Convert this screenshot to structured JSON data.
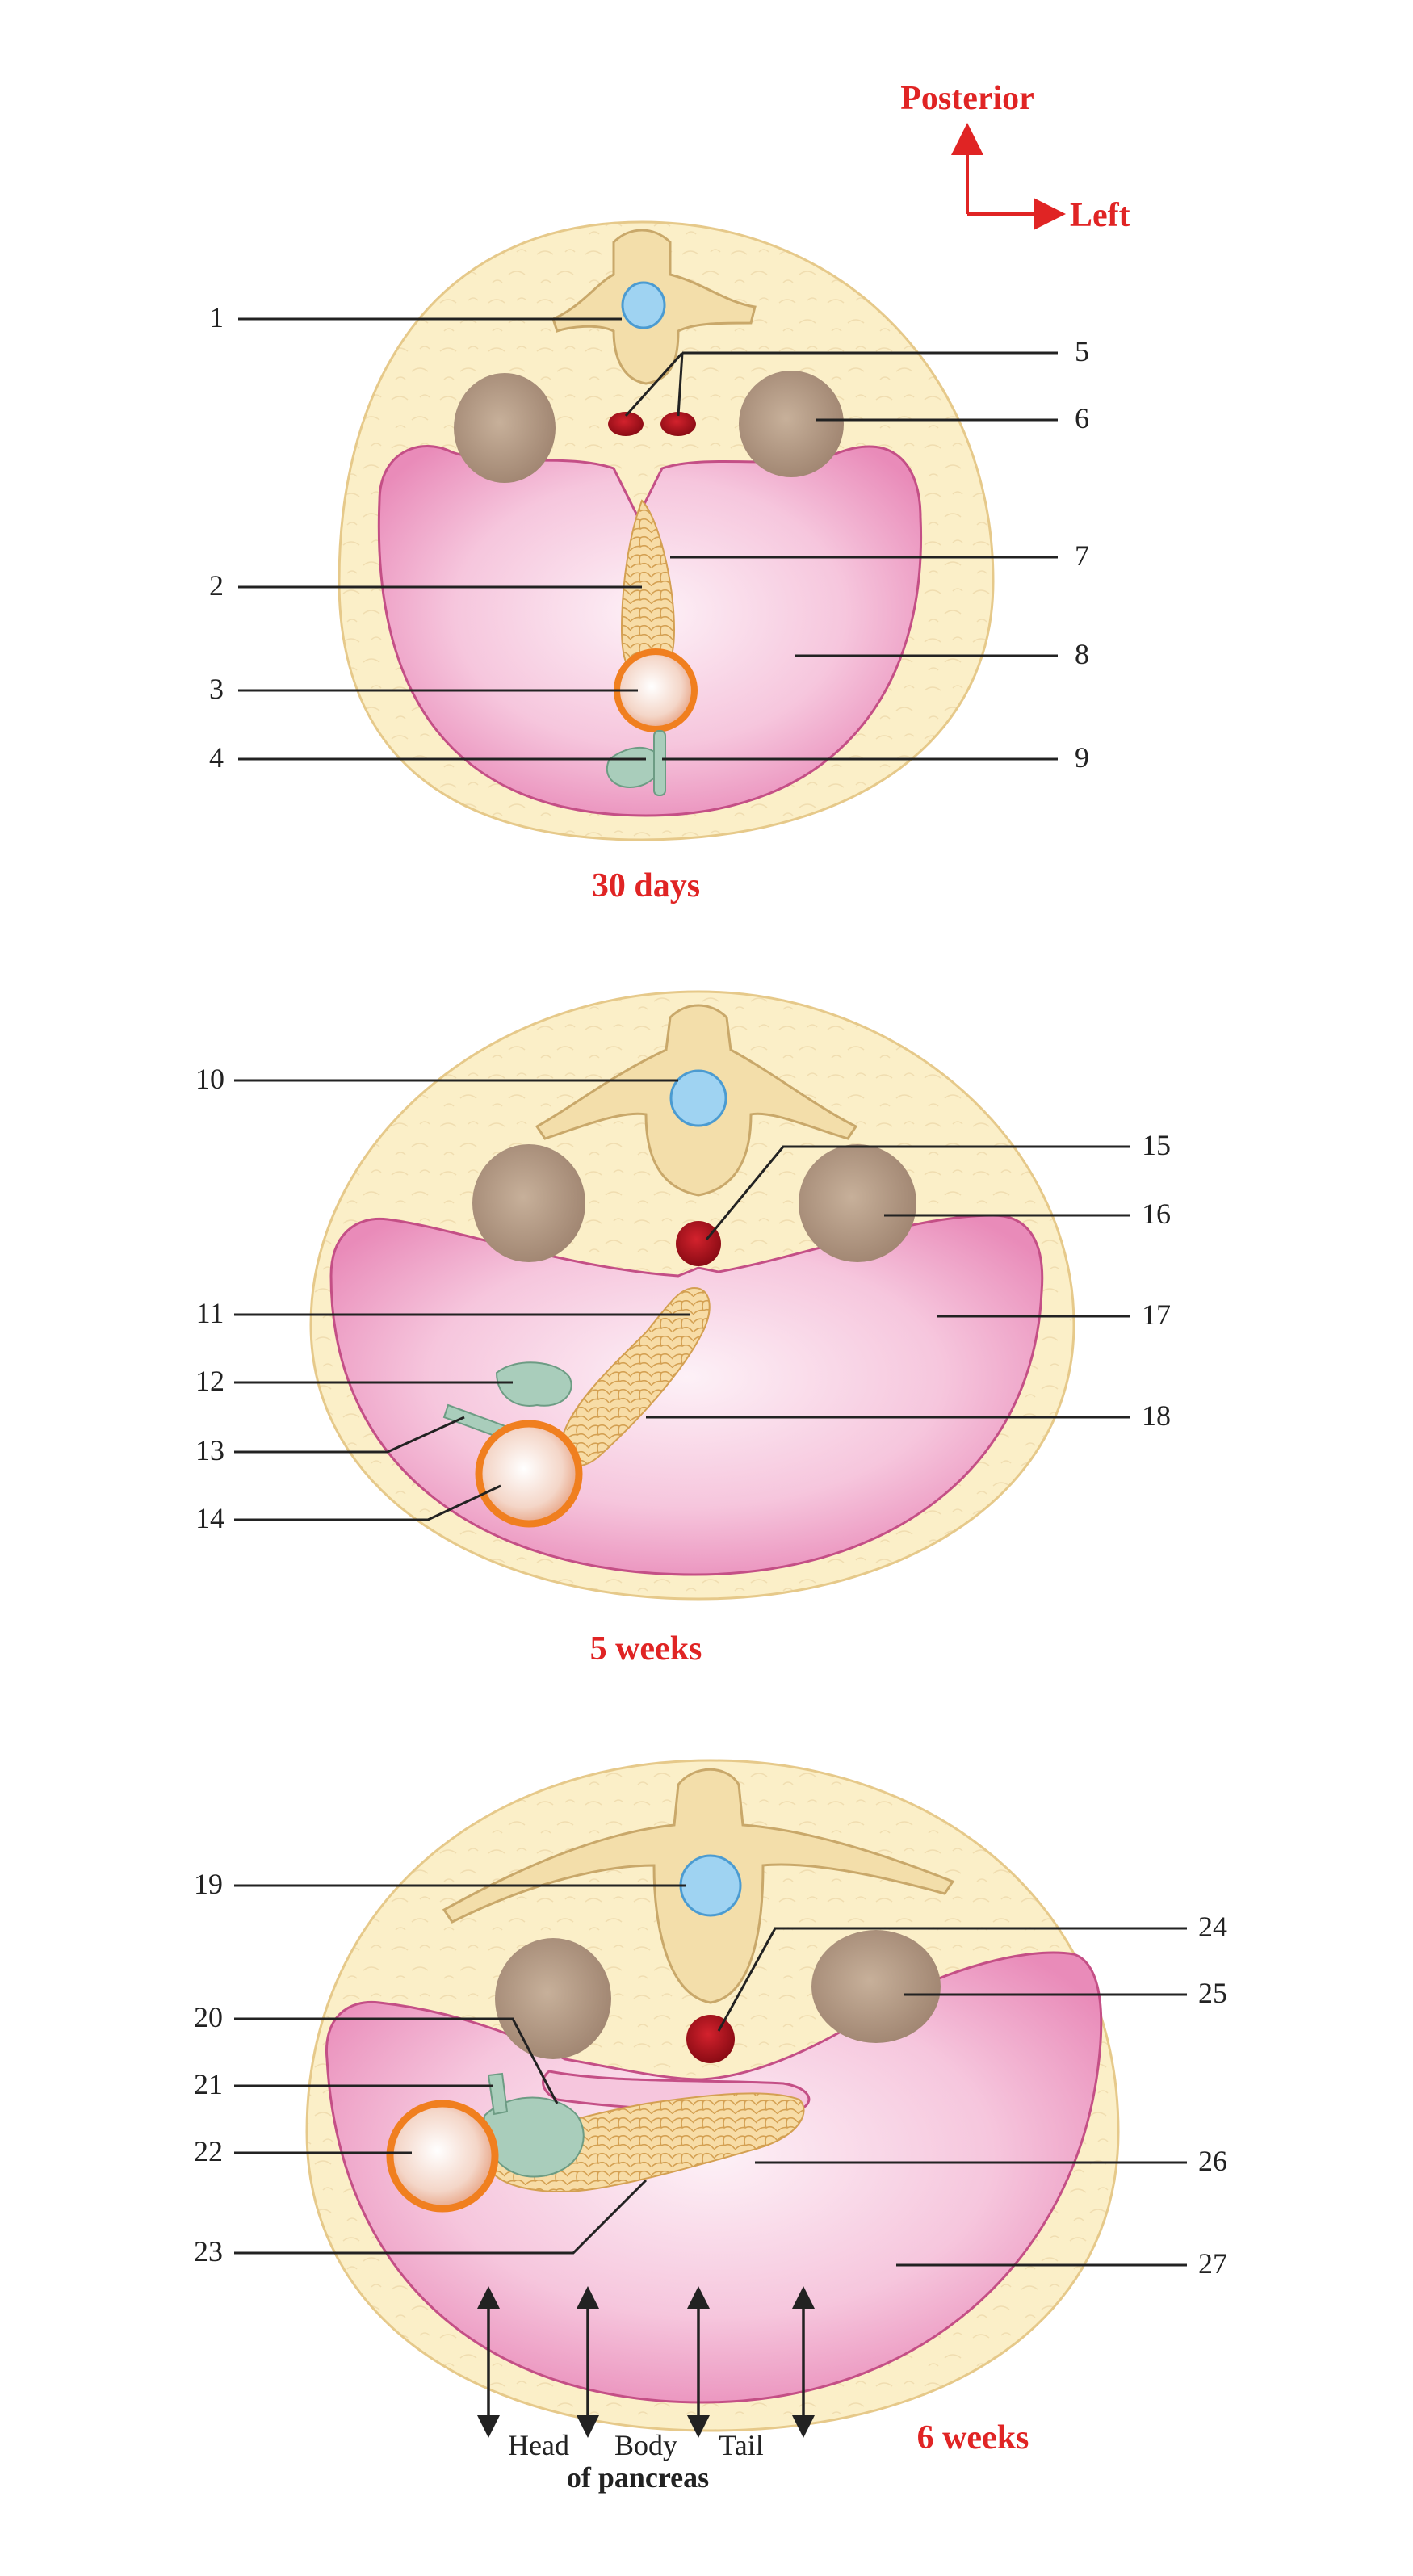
{
  "orientation": {
    "posterior_label": "Posterior",
    "left_label": "Left",
    "arrow_color": "#e02424"
  },
  "colors": {
    "body": "#fbeec3",
    "body_stroke": "#e6c98a",
    "cavity": "#f3b7d4",
    "cavity_stroke": "#c44f86",
    "bone": "#f3deaa",
    "kidney": "#b39a86",
    "aorta": "#b0101c",
    "pancreas": "#f5d79e",
    "duodenum_ring": "#f07f1f",
    "spleen_duct": "#a9cdbb",
    "spinal_cord": "#9fd3f2",
    "stage_label": "#e02424"
  },
  "stages": {
    "s1": {
      "label": "30 days"
    },
    "s2": {
      "label": "5 weeks"
    },
    "s3": {
      "label": "6 weeks"
    }
  },
  "labels": {
    "n1": "1",
    "n2": "2",
    "n3": "3",
    "n4": "4",
    "n5": "5",
    "n6": "6",
    "n7": "7",
    "n8": "8",
    "n9": "9",
    "n10": "10",
    "n11": "11",
    "n12": "12",
    "n13": "13",
    "n14": "14",
    "n15": "15",
    "n16": "16",
    "n17": "17",
    "n18": "18",
    "n19": "19",
    "n20": "20",
    "n21": "21",
    "n22": "22",
    "n23": "23",
    "n24": "24",
    "n25": "25",
    "n26": "26",
    "n27": "27"
  },
  "pancreas_parts": {
    "head": "Head",
    "body": "Body",
    "tail": "Tail",
    "caption": "of pancreas"
  }
}
